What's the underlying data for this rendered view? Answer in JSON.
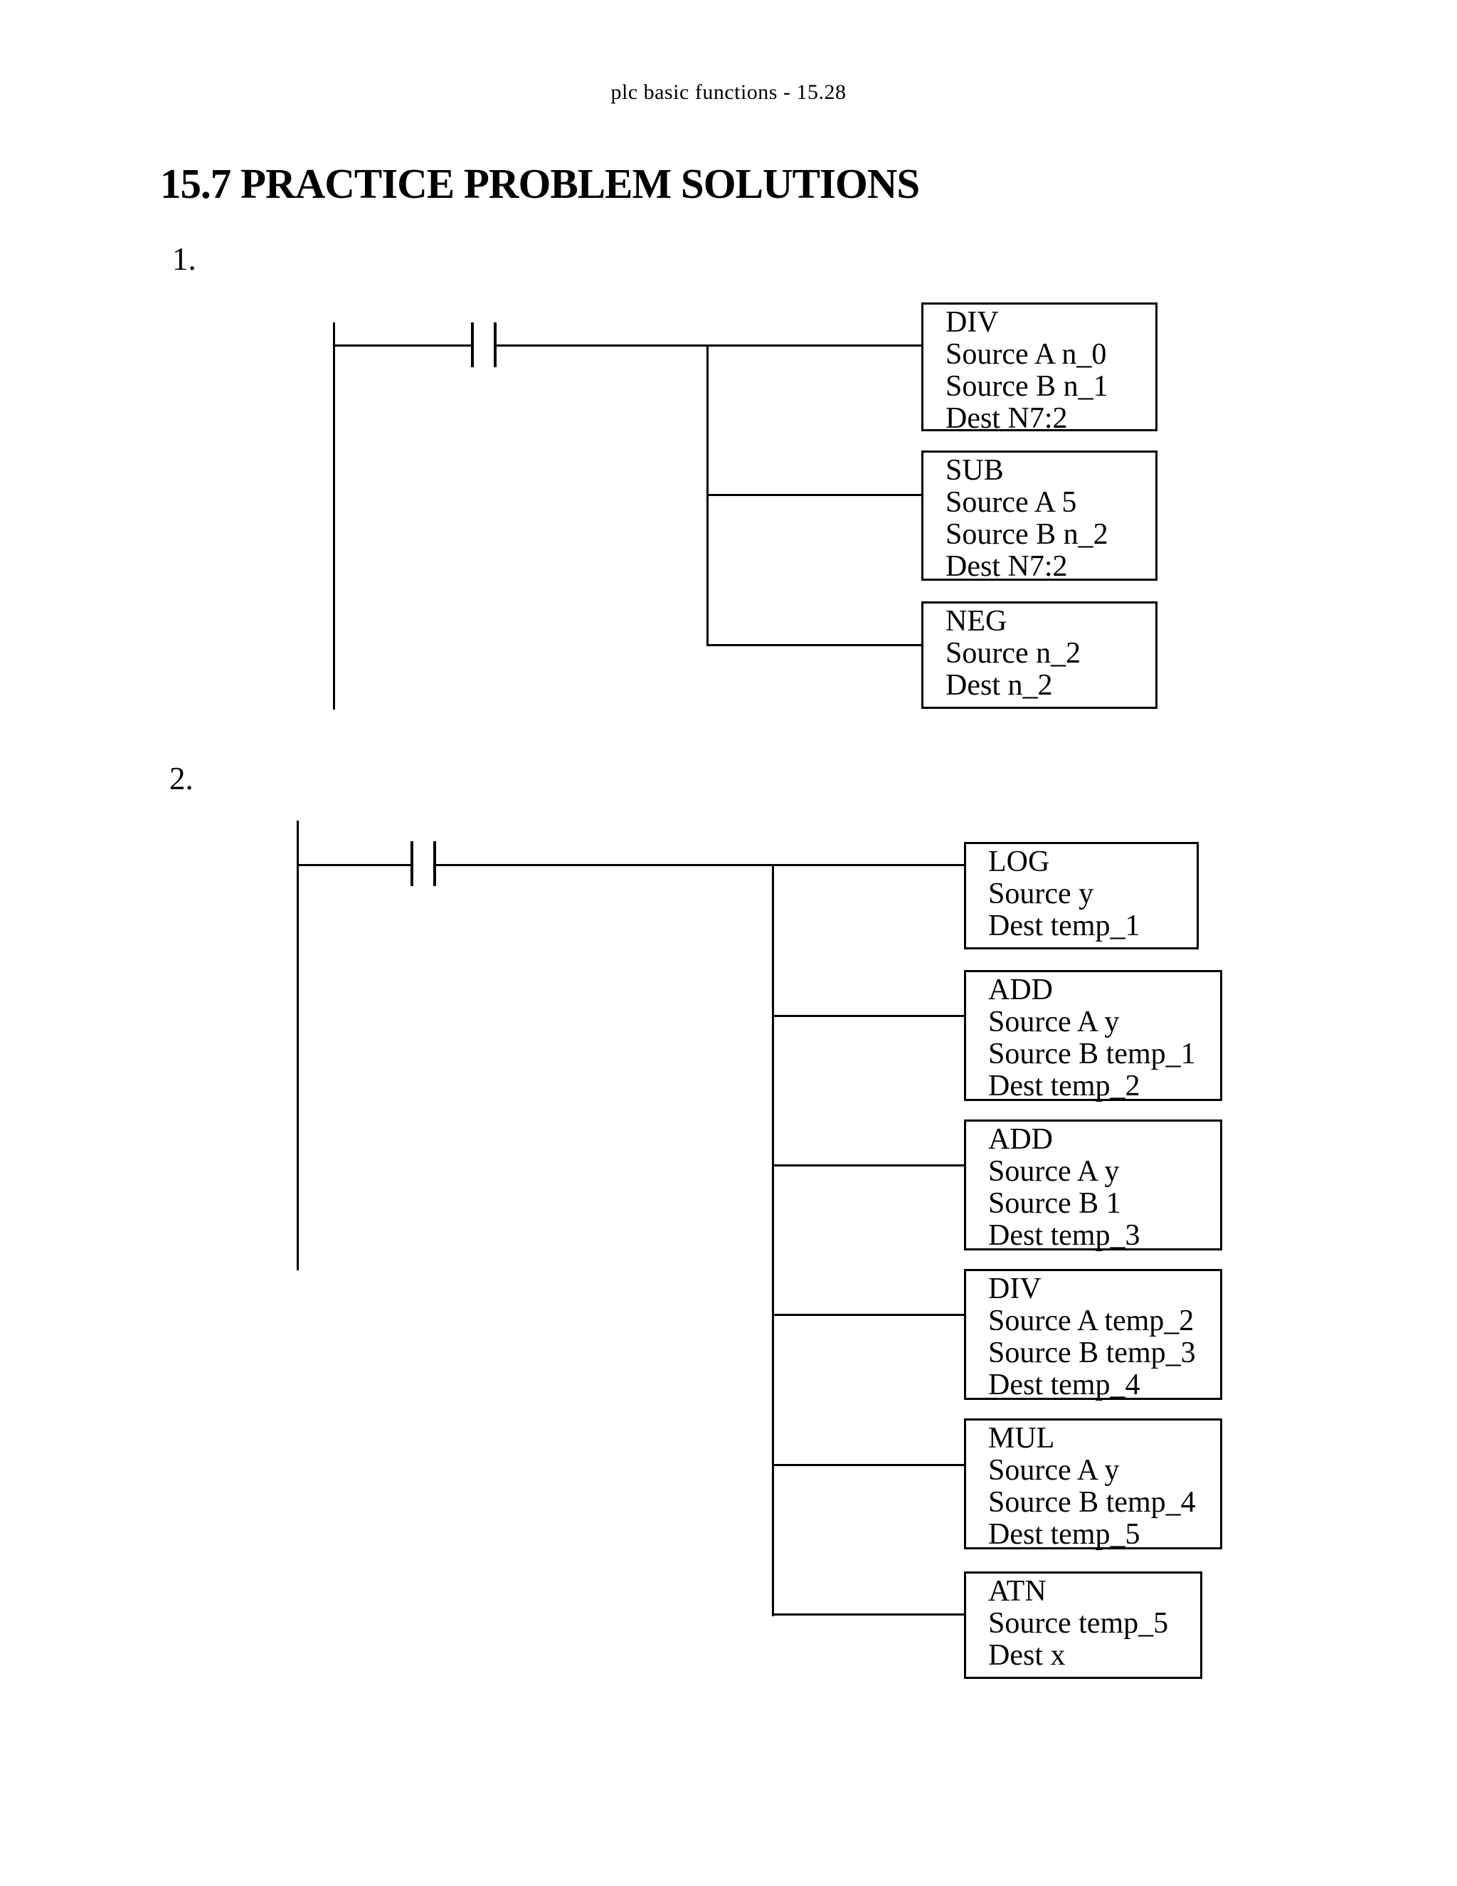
{
  "page": {
    "header": "plc basic functions - 15.28",
    "section_title": "15.7 PRACTICE PROBLEM SOLUTIONS"
  },
  "icons": {
    "contact": "normally-open-contact"
  },
  "problems": [
    {
      "label": "1.",
      "contact_icon": "normally-open-contact",
      "blocks": [
        {
          "op": "DIV",
          "params": [
            "Source A n_0",
            "Source B n_1",
            "Dest N7:2"
          ]
        },
        {
          "op": "SUB",
          "params": [
            "Source A 5",
            "Source B n_2",
            "Dest N7:2"
          ]
        },
        {
          "op": "NEG",
          "params": [
            "Source n_2",
            "Dest n_2"
          ]
        }
      ]
    },
    {
      "label": "2.",
      "contact_icon": "normally-open-contact",
      "blocks": [
        {
          "op": "LOG",
          "params": [
            "Source y",
            "Dest temp_1"
          ]
        },
        {
          "op": "ADD",
          "params": [
            "Source A y",
            "Source B temp_1",
            "Dest temp_2"
          ]
        },
        {
          "op": "ADD",
          "params": [
            "Source A y",
            "Source B 1",
            "Dest temp_3"
          ]
        },
        {
          "op": "DIV",
          "params": [
            "Source A temp_2",
            "Source B temp_3",
            "Dest temp_4"
          ]
        },
        {
          "op": "MUL",
          "params": [
            "Source A y",
            "Source B temp_4",
            "Dest temp_5"
          ]
        },
        {
          "op": "ATN",
          "params": [
            "Source temp_5",
            "Dest x"
          ]
        }
      ]
    }
  ]
}
